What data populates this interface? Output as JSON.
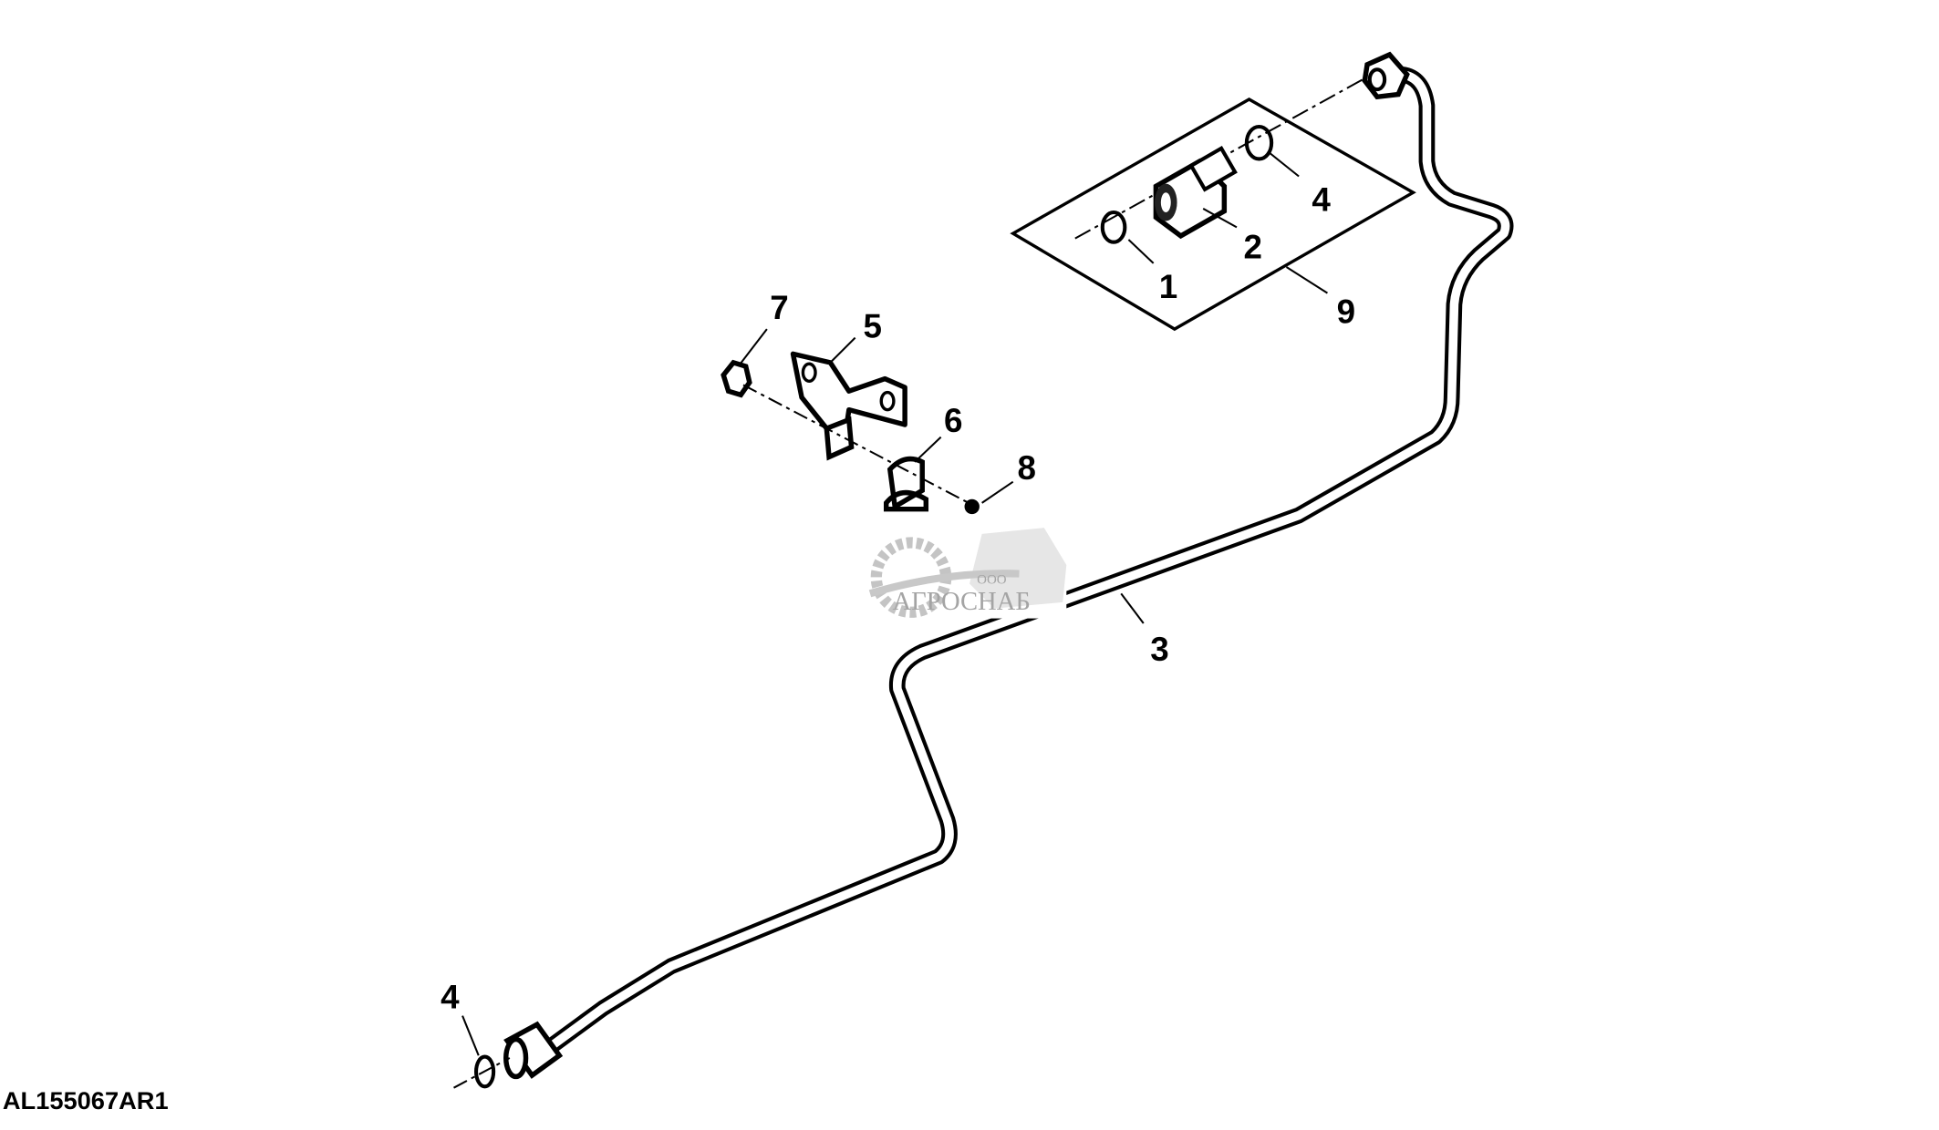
{
  "figure_id": "AL155067AR1",
  "callouts": {
    "c1": "1",
    "c2": "2",
    "c3": "3",
    "c4a": "4",
    "c4b": "4",
    "c5": "5",
    "c6": "6",
    "c7": "7",
    "c8": "8",
    "c9": "9"
  },
  "watermark": {
    "prefix": "ООО",
    "name": "АГРОСНАБ"
  }
}
